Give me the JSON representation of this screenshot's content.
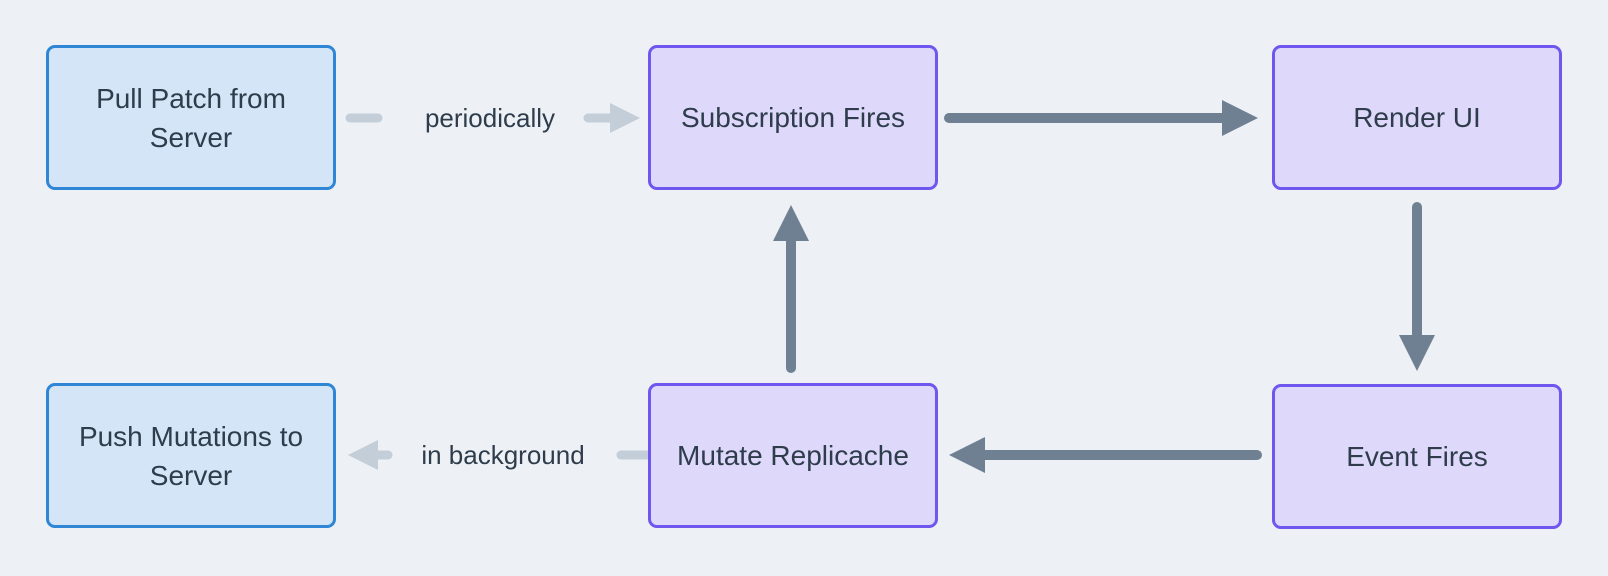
{
  "diagram": {
    "background": "#edf1f5",
    "palette": {
      "server_node_fill": "#d3e5f7",
      "server_node_border": "#2e86d5",
      "client_node_fill": "#ded9fb",
      "client_node_border": "#6e56ef",
      "text": "#2e3c4b",
      "solid_arrow": "#6f8093",
      "muted_arrow": "#c4ced9"
    },
    "nodes": [
      {
        "id": "pull-patch-from-server",
        "label": "Pull Patch from Server",
        "kind": "server"
      },
      {
        "id": "subscription-fires",
        "label": "Subscription Fires",
        "kind": "client"
      },
      {
        "id": "render-ui",
        "label": "Render UI",
        "kind": "client"
      },
      {
        "id": "push-mutations-to-server",
        "label": "Push Mutations to Server",
        "kind": "server"
      },
      {
        "id": "mutate-replicache",
        "label": "Mutate Replicache",
        "kind": "client"
      },
      {
        "id": "event-fires",
        "label": "Event Fires",
        "kind": "client"
      }
    ],
    "edges": [
      {
        "from": "pull-patch-from-server",
        "to": "subscription-fires",
        "label": "periodically",
        "style": "muted",
        "direction": "right"
      },
      {
        "from": "subscription-fires",
        "to": "render-ui",
        "label": "",
        "style": "solid",
        "direction": "right"
      },
      {
        "from": "render-ui",
        "to": "event-fires",
        "label": "",
        "style": "solid",
        "direction": "down"
      },
      {
        "from": "event-fires",
        "to": "mutate-replicache",
        "label": "",
        "style": "solid",
        "direction": "left"
      },
      {
        "from": "mutate-replicache",
        "to": "subscription-fires",
        "label": "",
        "style": "solid",
        "direction": "up"
      },
      {
        "from": "mutate-replicache",
        "to": "push-mutations-to-server",
        "label": "in background",
        "style": "muted",
        "direction": "left"
      }
    ]
  }
}
